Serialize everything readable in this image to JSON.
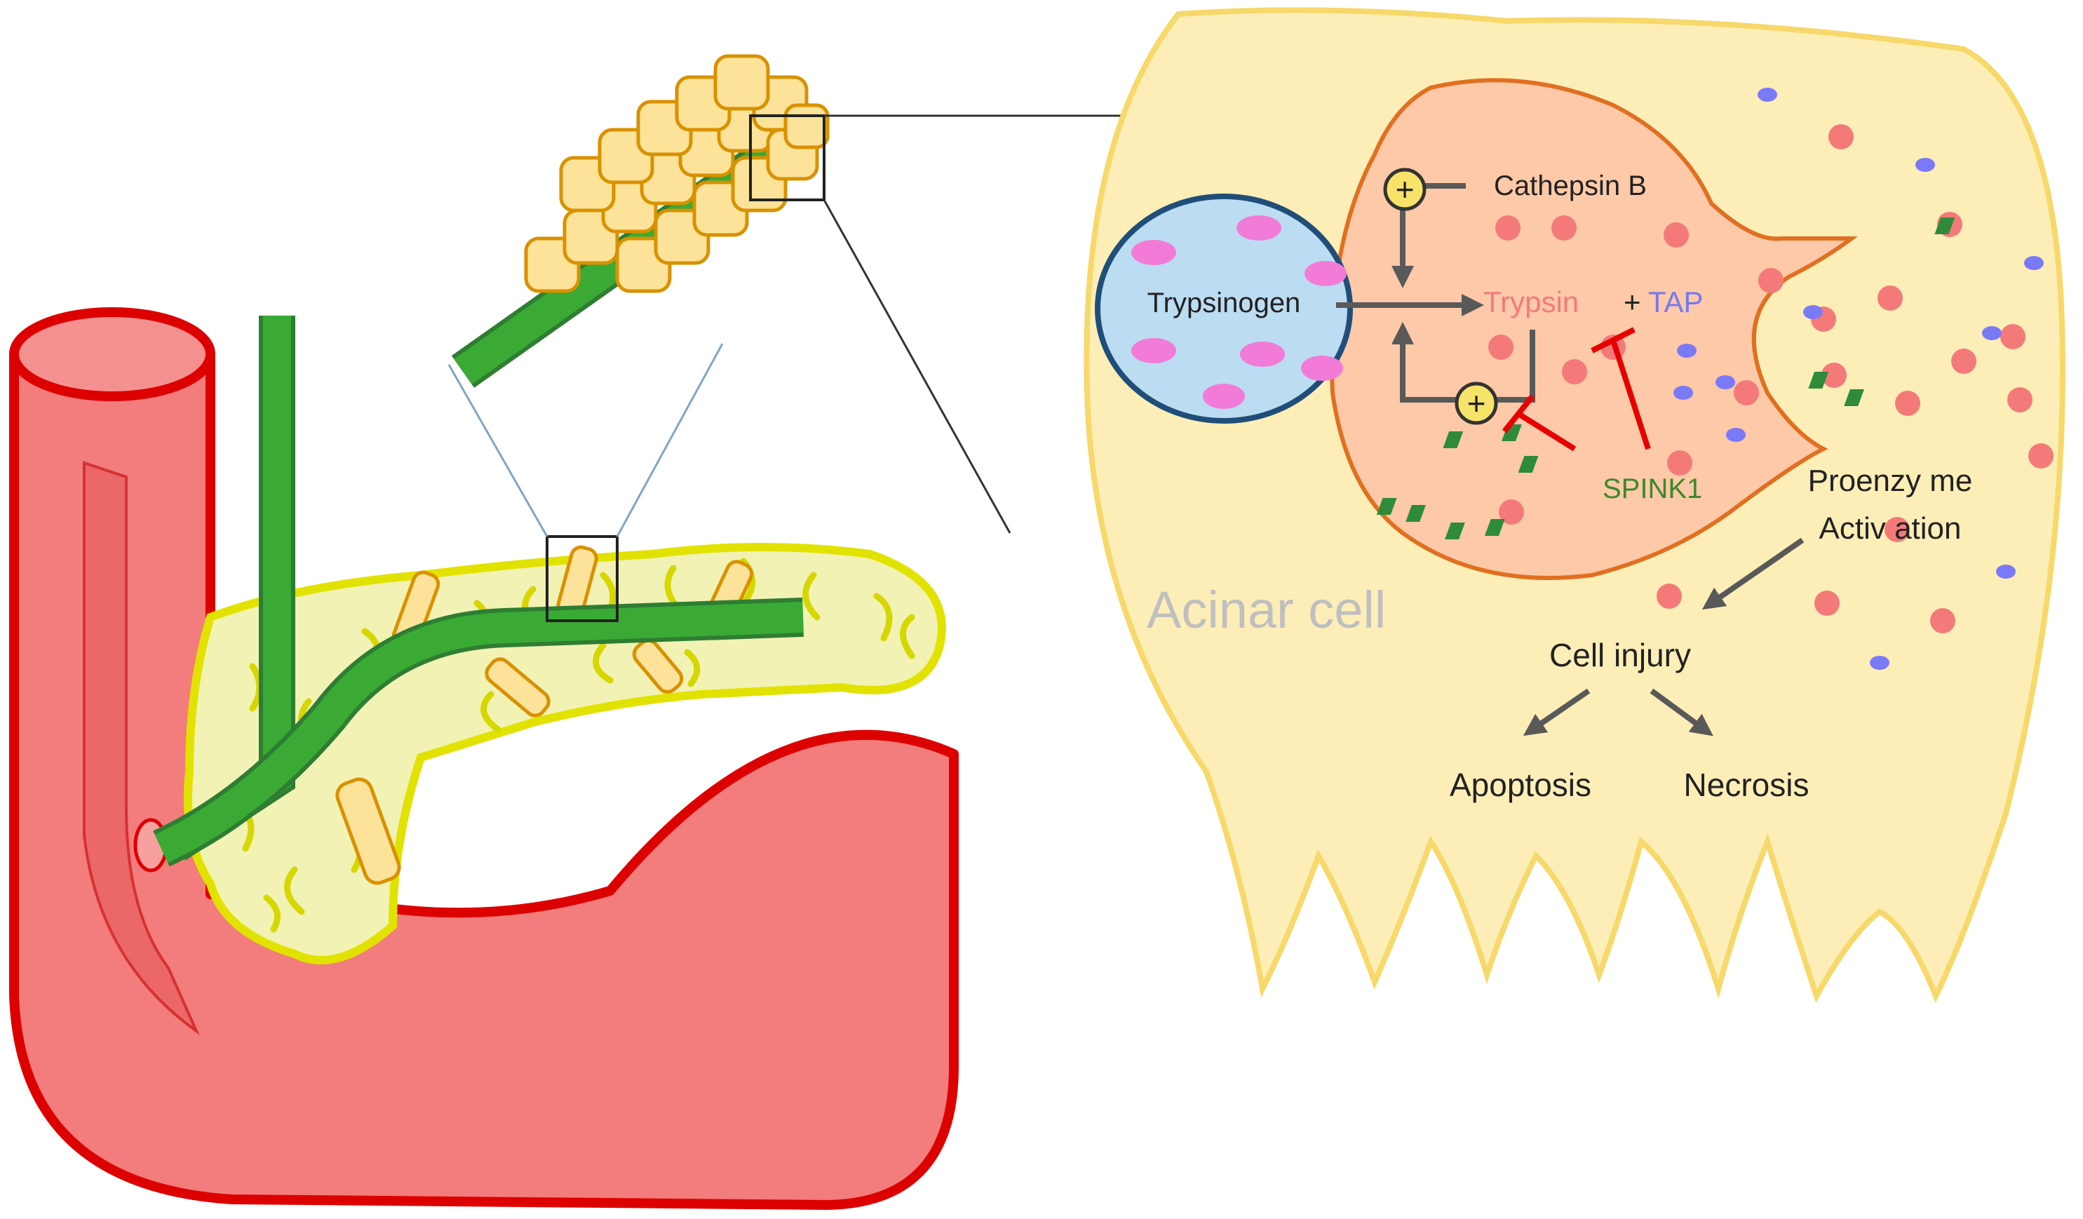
{
  "labels": {
    "cathepsin_b": "Cathepsin B",
    "trypsinogen": "Trypsinogen",
    "trypsin": "Trypsin",
    "plus": "+",
    "tap": "TAP",
    "spink1": "SPINK1",
    "proenzyme_line1": "Proenzy me",
    "proenzyme_line2": "Activ ation",
    "acinar_cell": "Acinar cell",
    "cell_injury": "Cell injury",
    "apoptosis": "Apoptosis",
    "necrosis": "Necrosis",
    "plus_symbol": "+"
  },
  "colors": {
    "duodenum_fill": "#f37c7c",
    "duodenum_stroke": "#dd0000",
    "duct": "#3aaa35",
    "pancreas_fill": "#f2f2b4",
    "pancreas_stroke": "#e2e200",
    "acinus_fill": "#fde39a",
    "acinus_stroke": "#d99100",
    "cell_fill": "#fdeeb8",
    "cell_stroke": "#f7d86a",
    "inner_fill": "#fdc9a8",
    "inner_stroke": "#e07020",
    "nucleus_fill": "#bcdcf2",
    "nucleus_stroke": "#1f4e79",
    "zymogen": "#f27bd8",
    "trypsin_dot": "#f47a7a",
    "tap_dot": "#7a7af7",
    "spink_mark": "#2e8b3a",
    "arrow": "#595959",
    "inhibit": "#e60000",
    "plus_circle": "#f8e36a",
    "trypsin_text": "#f47a7a",
    "tap_text": "#7878f0",
    "spink_text": "#3a8a2a",
    "acinar_text": "#bfbfbf"
  }
}
